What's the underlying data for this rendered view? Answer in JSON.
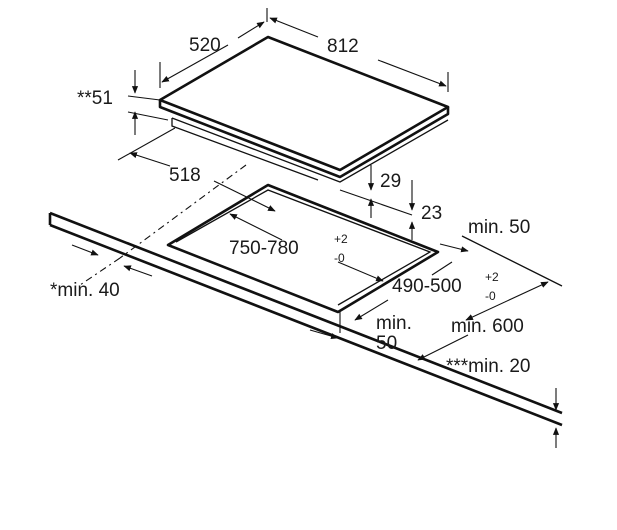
{
  "labels": {
    "hob_depth": "520",
    "hob_width": "812",
    "frame_height": "**51",
    "offset_518": "518",
    "height_29": "29",
    "height_23": "23",
    "min_50_right": "min. 50",
    "cutout_width": "750-780",
    "cutout_width_tol_plus": "+2",
    "cutout_width_tol_minus": "-0",
    "cutout_depth": "490-500",
    "cutout_depth_tol_plus": "+2",
    "cutout_depth_tol_minus": "-0",
    "min_40_front": "*min. 40",
    "min_50_front_a": "min.",
    "min_50_front_b": "50",
    "min_600": "min. 600",
    "min_20": "***min. 20"
  },
  "colors": {
    "line": "#111111",
    "background": "#ffffff"
  }
}
